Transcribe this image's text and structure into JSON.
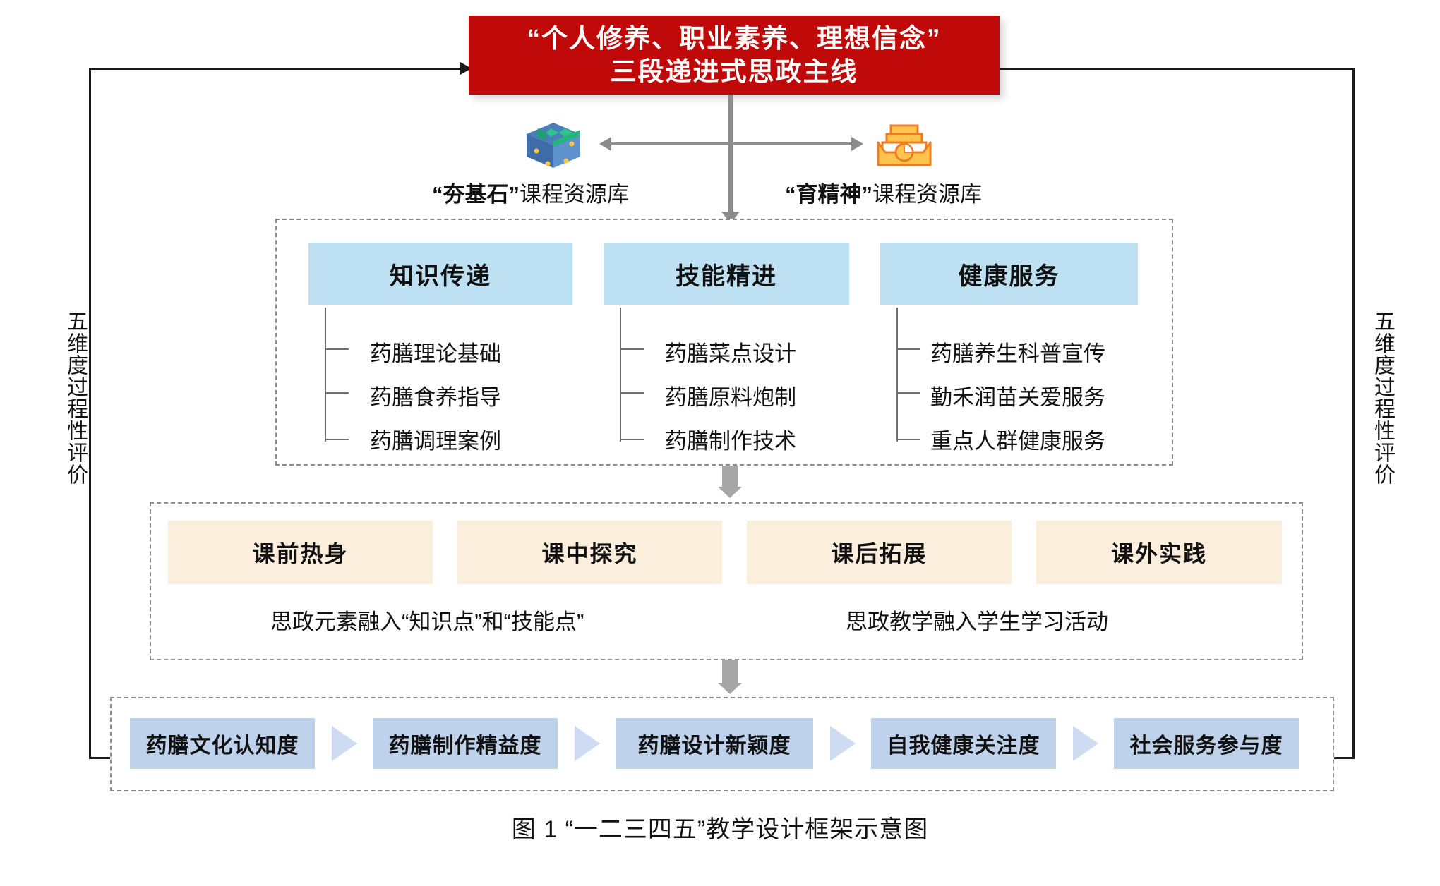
{
  "banner": {
    "line1": "“个人修养、职业素养、理想信念”",
    "line2": "三段递进式思政主线",
    "color": "#c00a0a"
  },
  "side_labels": {
    "left": "五维度过程性评价",
    "right": "五维度过程性评价"
  },
  "resources": [
    {
      "icon": "toolbox-icon",
      "label_bold": "“夯基石”",
      "label_rest": "课程资源库"
    },
    {
      "icon": "file-tray-icon",
      "label_bold": "“育精神”",
      "label_rest": "课程资源库"
    }
  ],
  "modules": [
    {
      "title": "知识传递",
      "items": [
        "药膳理论基础",
        "药膳食养指导",
        "药膳调理案例"
      ]
    },
    {
      "title": "技能精进",
      "items": [
        "药膳菜点设计",
        "药膳原料炮制",
        "药膳制作技术"
      ]
    },
    {
      "title": "健康服务",
      "items": [
        "药膳养生科普宣传",
        "勤禾润苗关爱服务",
        "重点人群健康服务"
      ]
    }
  ],
  "stages": {
    "boxes": [
      "课前热身",
      "课中探究",
      "课后拓展",
      "课外实践"
    ],
    "notes": [
      "思政元素融入“知识点”和“技能点”",
      "思政教学融入学生学习活动"
    ],
    "box_color": "#fceedc",
    "arrow_color": "#fbb040"
  },
  "evaluation": {
    "items": [
      "药膳文化认知度",
      "药膳制作精益度",
      "药膳设计新颖度",
      "自我健康关注度",
      "社会服务参与度"
    ],
    "box_color": "#bfd2ec",
    "arrow_color": "#cddcf2"
  },
  "caption": "图 1  “一二三四五”教学设计框架示意图"
}
